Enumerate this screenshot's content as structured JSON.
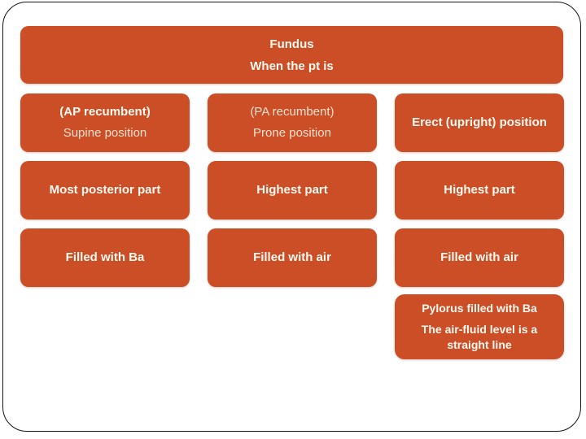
{
  "colors": {
    "accent": "#cc4e26",
    "frame_border": "#141414",
    "background": "#ffffff",
    "text_primary": "#fdf9f0",
    "text_secondary": "rgba(255,250,238,0.85)"
  },
  "banner": {
    "title": "Fundus",
    "subtitle": "When the pt is"
  },
  "table": {
    "header_row": [
      {
        "line1": "(AP recumbent)",
        "line2": "Supine position"
      },
      {
        "line1": "(PA recumbent)",
        "line2": "Prone position"
      },
      {
        "line1": "Erect (upright) position",
        "line2": ""
      }
    ],
    "rows": [
      [
        "Most posterior part",
        "Highest part",
        "Highest part"
      ],
      [
        "Filled with Ba",
        "Filled with air",
        "Filled with air"
      ]
    ]
  },
  "note": {
    "line1": "Pylorus filled with Ba",
    "line2": "The air-fluid level is a straight line"
  }
}
